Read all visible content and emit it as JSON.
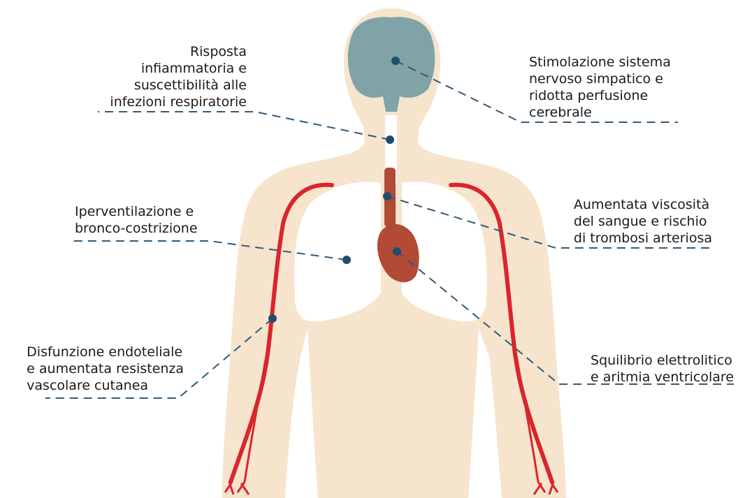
{
  "colors": {
    "skin": "#f6e4cd",
    "lungs": "#ffffff",
    "brain": "#7fa3a6",
    "heart": "#b24a35",
    "vessels": "#d9262b",
    "leader_lines": "#2f5a7a",
    "dots": "#1f4e6b"
  },
  "annotations": [
    {
      "id": "brain",
      "text": "Stimolazione sistema\nnervoso simpatico e\nridotta perfusione\ncerebrale"
    },
    {
      "id": "airway",
      "text": "Risposta\ninfiammatoria e\nsuscettibilità alle\ninfezioni respiratorie"
    },
    {
      "id": "lungs",
      "text": "Iperventilazione e\nbronco-costrizione"
    },
    {
      "id": "blood",
      "text": "Aumentata viscosità\ndel sangue e rischio\ndi trombosi arteriosa"
    },
    {
      "id": "skin_vessels",
      "text": "Disfunzione endoteliale\ne aumentata resistenza\nvascolare cutanea"
    },
    {
      "id": "heart",
      "text": "Squilibrio elettrolitico\ne aritmia ventricolare"
    }
  ]
}
